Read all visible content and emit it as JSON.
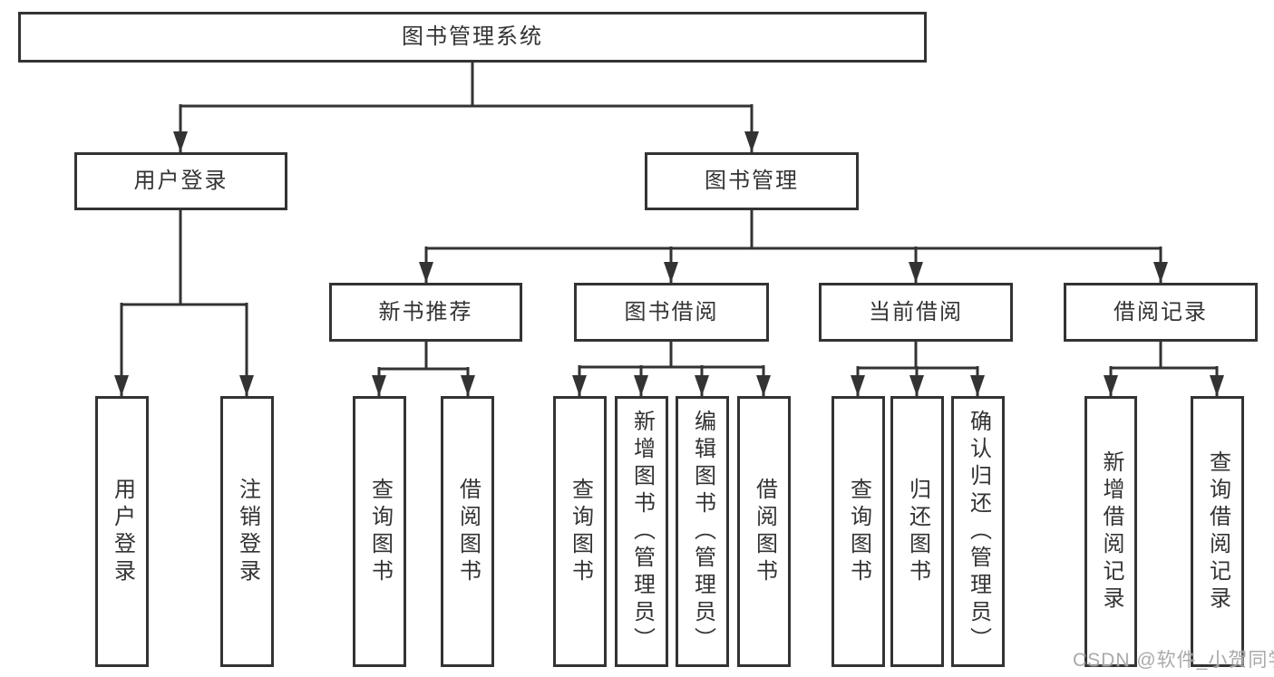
{
  "diagram": {
    "title": "图书管理系统",
    "branches": {
      "user_login": {
        "label": "用户登录",
        "children": [
          "用户登录",
          "注销登录"
        ]
      },
      "book_management": {
        "label": "图书管理",
        "sections": [
          {
            "label": "新书推荐",
            "children": [
              "查询图书",
              "借阅图书"
            ]
          },
          {
            "label": "图书借阅",
            "children": [
              "查询图书",
              "新增图书（管理员）",
              "编辑图书（管理员）",
              "借阅图书"
            ]
          },
          {
            "label": "当前借阅",
            "children": [
              "查询图书",
              "归还图书",
              "确认归还（管理员）"
            ]
          },
          {
            "label": "借阅记录",
            "children": [
              "新增借阅记录",
              "查询借阅记录"
            ]
          }
        ]
      }
    }
  },
  "watermark": {
    "text": "CSDN @软件_小贺同学"
  },
  "colors": {
    "line": "#333333",
    "text": "#333333",
    "background": "#ffffff",
    "watermark": "#a8a4a4"
  }
}
